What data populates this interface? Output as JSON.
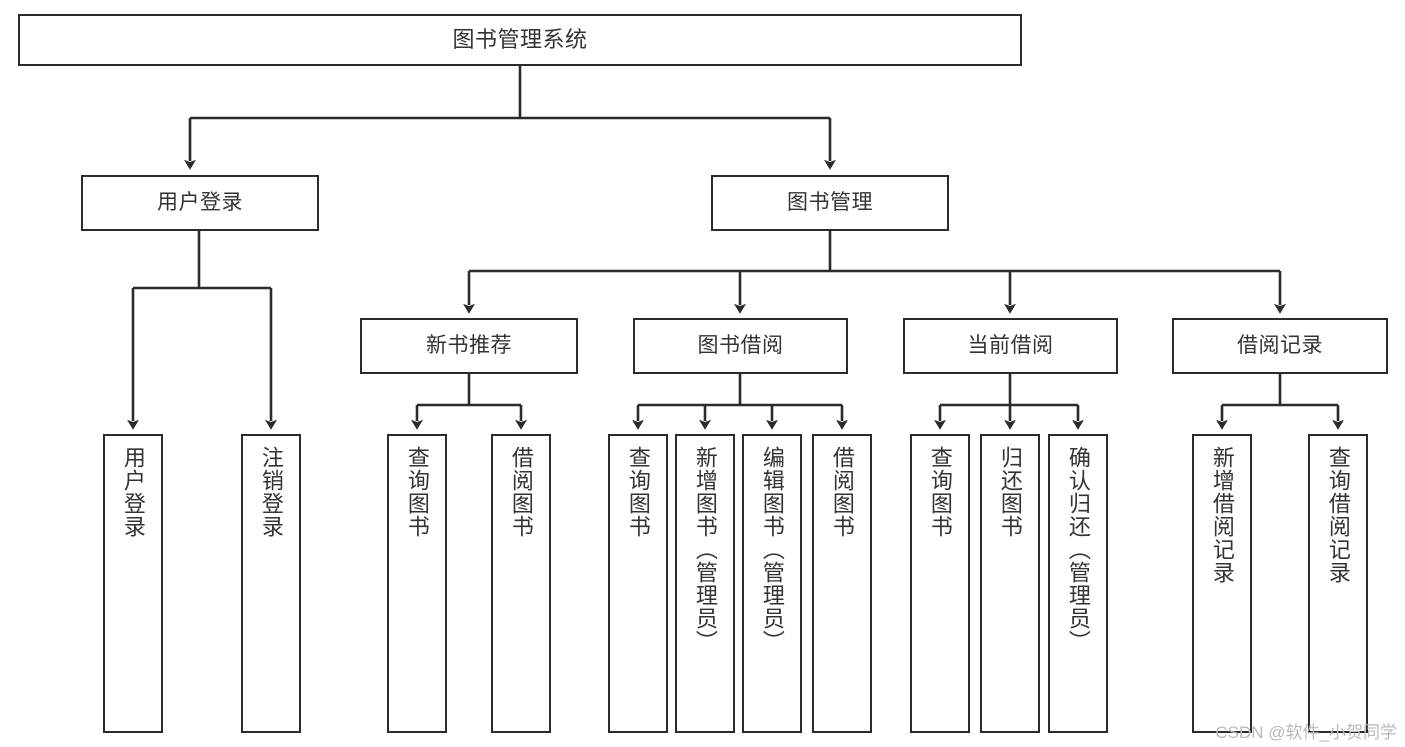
{
  "diagram": {
    "title": "图书管理系统",
    "type": "tree-hierarchy",
    "watermark": "CSDN @软件_小贺同学",
    "colors": {
      "box_border": "#2b2b2b",
      "box_fill": "#ffffff",
      "text": "#333333",
      "edge": "#2b2b2b",
      "watermark": "#b9b9b9",
      "background": "#ffffff"
    },
    "root": {
      "label": "图书管理系统"
    },
    "level1": [
      {
        "label": "用户登录"
      },
      {
        "label": "图书管理"
      }
    ],
    "level2": [
      {
        "label": "新书推荐"
      },
      {
        "label": "图书借阅"
      },
      {
        "label": "当前借阅"
      },
      {
        "label": "借阅记录"
      }
    ],
    "leaves": {
      "user_login": [
        {
          "label": "用户登录"
        },
        {
          "label": "注销登录"
        }
      ],
      "new_book_recommend": [
        {
          "label": "查询图书"
        },
        {
          "label": "借阅图书"
        }
      ],
      "book_borrow": [
        {
          "label": "查询图书"
        },
        {
          "label": "新增图书（管理员）"
        },
        {
          "label": "编辑图书（管理员）"
        },
        {
          "label": "借阅图书"
        }
      ],
      "current_borrow": [
        {
          "label": "查询图书"
        },
        {
          "label": "归还图书"
        },
        {
          "label": "确认归还（管理员）"
        }
      ],
      "borrow_record": [
        {
          "label": "新增借阅记录"
        },
        {
          "label": "查询借阅记录"
        }
      ]
    }
  }
}
